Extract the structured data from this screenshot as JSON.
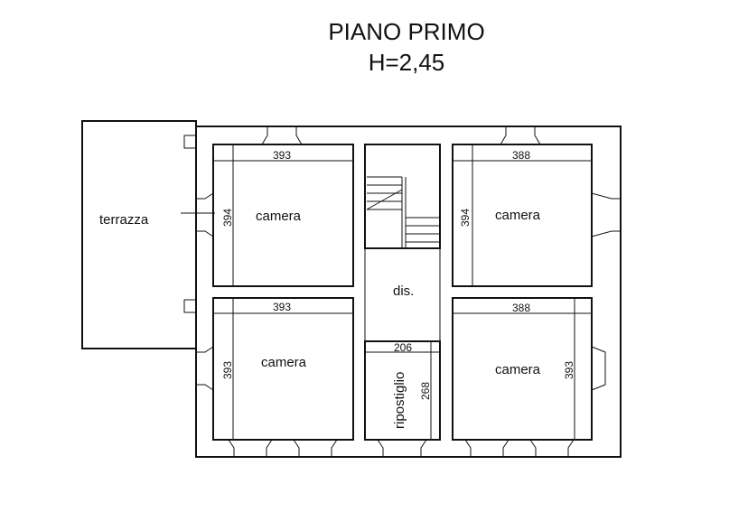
{
  "title": {
    "line1": "PIANO PRIMO",
    "line2": "H=2,45"
  },
  "rooms": {
    "terrace": "terrazza",
    "room_tl": "camera",
    "room_tr": "camera",
    "room_bl": "camera",
    "room_br": "camera",
    "hall": "dis.",
    "storage": "ripostiglio"
  },
  "dimensions": {
    "tl_width": "393",
    "tl_height": "394",
    "tr_width": "388",
    "tr_height": "394",
    "bl_width": "393",
    "bl_height": "393",
    "br_width": "388",
    "br_height": "393",
    "storage_width": "206",
    "storage_height": "268"
  }
}
